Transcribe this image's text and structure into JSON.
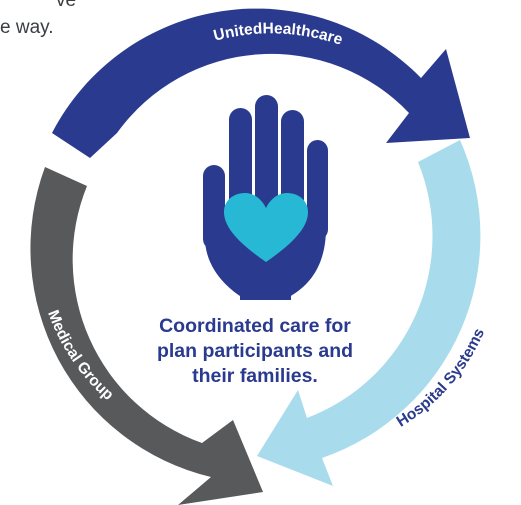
{
  "intro": {
    "line1": "ve",
    "line2": "e way."
  },
  "cycle": {
    "segments": [
      {
        "label": "UnitedHealthcare",
        "color": "#2a3b8f"
      },
      {
        "label": "Hospital Systems",
        "color": "#a8dcec"
      },
      {
        "label": "Medical Group",
        "color": "#58595b"
      }
    ],
    "center": {
      "lines": [
        "Coordinated care for",
        "plan participants and",
        "their families."
      ],
      "color": "#2a3b8f"
    }
  },
  "icon": {
    "name": "hand-heart-icon",
    "hand_color": "#2a3b8f",
    "heart_color": "#27b8d6"
  }
}
